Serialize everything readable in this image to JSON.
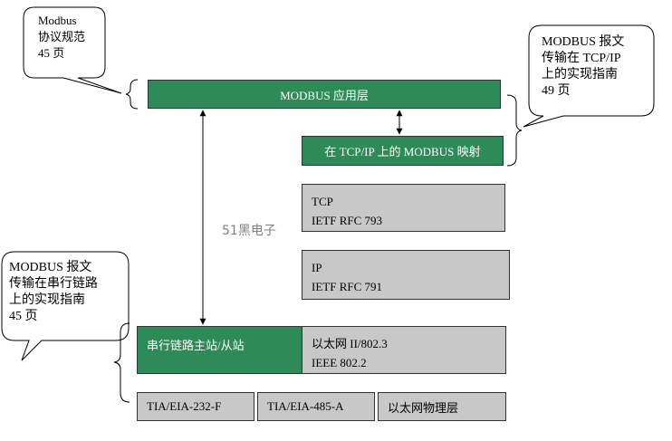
{
  "callouts": {
    "top_left": [
      "Modbus",
      "协议规范",
      "45 页"
    ],
    "top_right": [
      "MODBUS 报文",
      "传输在 TCP/IP",
      "上的实现指南",
      "49 页"
    ],
    "left": [
      "MODBUS 报文",
      "传输在串行链路",
      "上的实现指南",
      "45 页"
    ]
  },
  "layers": {
    "app": "MODBUS 应用层",
    "tcpip_map": "在 TCP/IP 上的 MODBUS 映射",
    "tcp": [
      "TCP",
      "IETF RFC 793"
    ],
    "ip": [
      "IP",
      "IETF RFC 791"
    ],
    "serial": "串行链路主站/从站",
    "ethernet": [
      "以太网 II/802.3",
      "IEEE 802.2"
    ],
    "phy_232": "TIA/EIA-232-F",
    "phy_485": "TIA/EIA-485-A",
    "phy_eth": "以太网物理层"
  },
  "watermark": "51黑电子",
  "colors": {
    "green": "#2e8b57",
    "gray": "#c8c8c8"
  }
}
